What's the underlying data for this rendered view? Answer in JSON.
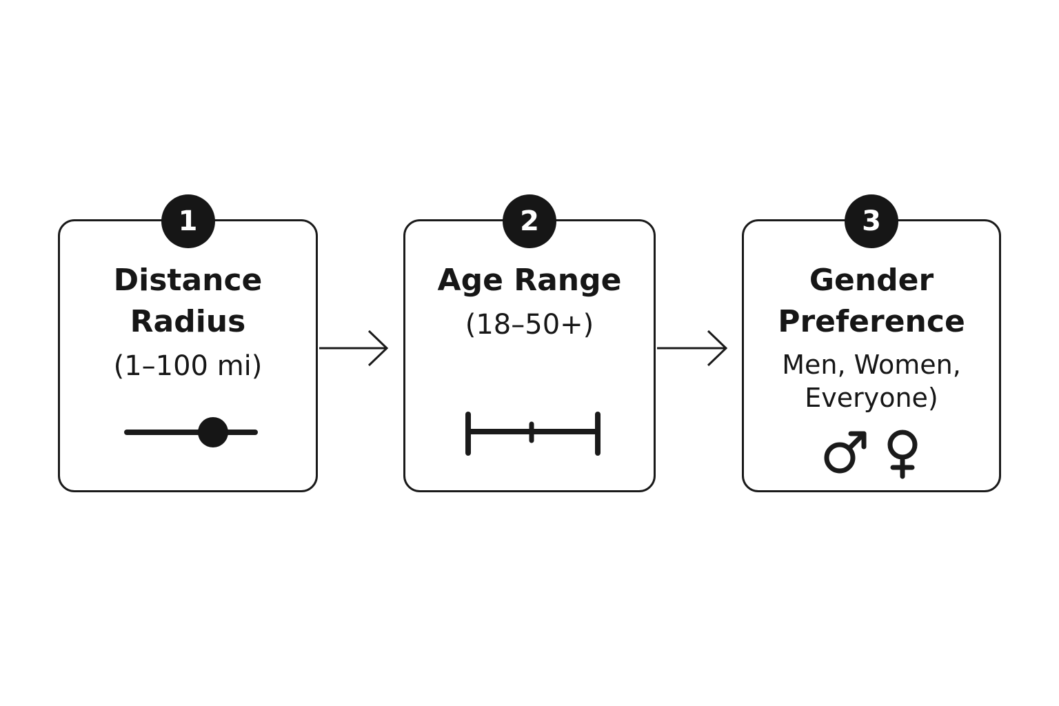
{
  "steps": [
    {
      "number": "1",
      "title_lines": [
        "Distance",
        "Radius"
      ],
      "subtitle_lines": [
        "(1–100 mi)"
      ],
      "widget": "slider-icon"
    },
    {
      "number": "2",
      "title_lines": [
        "Age Range"
      ],
      "subtitle_lines": [
        "(18–50+)"
      ],
      "widget": "range-ruler-icon"
    },
    {
      "number": "3",
      "title_lines": [
        "Gender",
        "Preference"
      ],
      "subtitle_lines": [
        "Men, Women,",
        "Everyone)"
      ],
      "widget": "gender-symbols-icon",
      "symbols": [
        "♂",
        "♀"
      ]
    }
  ],
  "connectors": [
    "arrow-right-icon",
    "arrow-right-icon"
  ],
  "colors": {
    "stroke": "#1a1a1a",
    "badge_fill": "#161616",
    "badge_text": "#ffffff",
    "background": "#ffffff"
  }
}
